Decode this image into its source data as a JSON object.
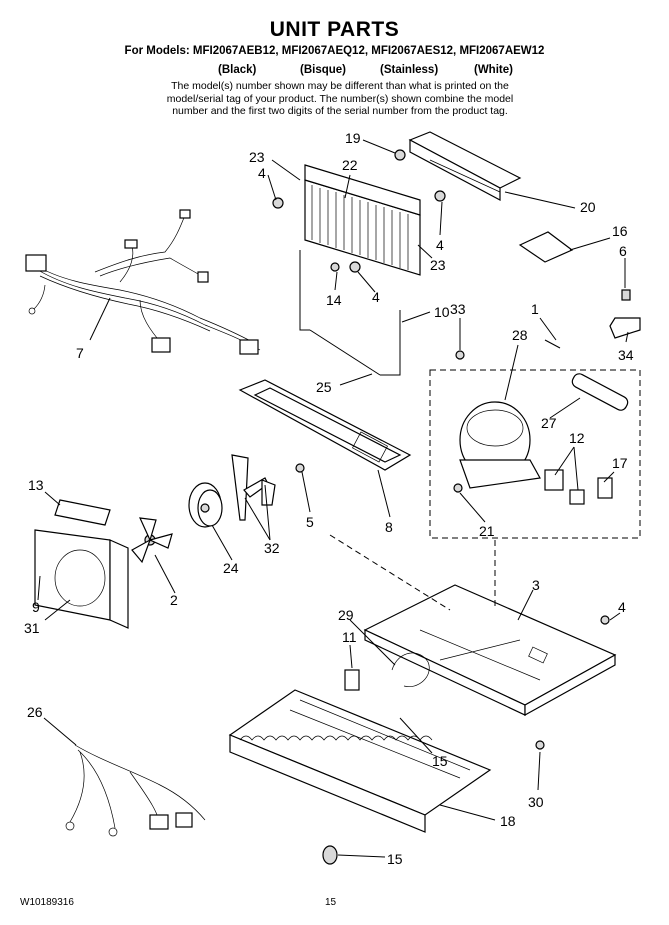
{
  "header": {
    "title": "UNIT PARTS",
    "models_line": "For Models: MFI2067AEB12, MFI2067AEQ12, MFI2067AES12, MFI2067AEW12",
    "colors": [
      "(Black)",
      "(Bisque)",
      "(Stainless)",
      "(White)"
    ],
    "note_lines": [
      "The model(s) number shown may be different than what is printed on the",
      "model/serial tag of your product. The number(s) shown combine the model",
      "number and the first two digits of the serial number from the product tag."
    ]
  },
  "callouts": [
    "23",
    "22",
    "4",
    "19",
    "20",
    "16",
    "6",
    "4",
    "23",
    "14",
    "4",
    "33",
    "1",
    "28",
    "34",
    "10",
    "7",
    "25",
    "27",
    "12",
    "17",
    "13",
    "5",
    "8",
    "24",
    "32",
    "3",
    "4",
    "9",
    "2",
    "21",
    "31",
    "29",
    "11",
    "26",
    "15",
    "30",
    "18",
    "15"
  ],
  "footer": {
    "doc_number": "W10189316",
    "page_number": "15"
  }
}
